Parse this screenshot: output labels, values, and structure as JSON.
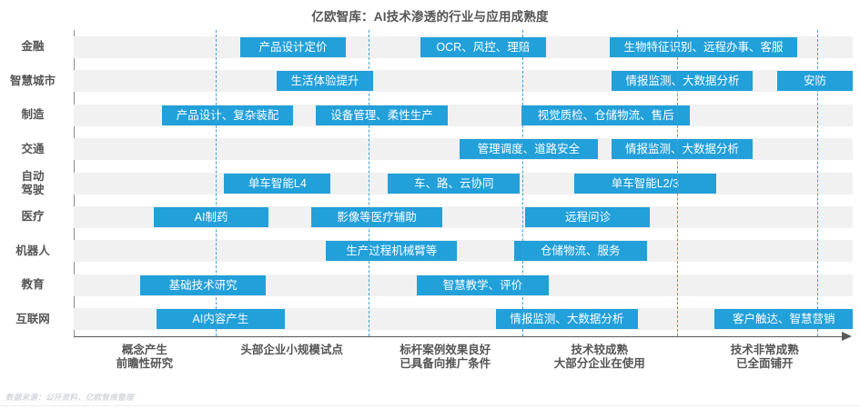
{
  "title": "亿欧智库：AI技术渗透的行业与应用成熟度",
  "footnote": "数据来源：公开资料、亿欧智库整理",
  "colors": {
    "bar": "#22a0da",
    "band": "#f1f1f1",
    "divider": "#3f9fd4",
    "axis": "#5a5a5a",
    "title": "#555555",
    "footnote": "#d3d7dc"
  },
  "chart_data": {
    "type": "bar",
    "title": "亿欧智库：AI技术渗透的行业与应用成熟度",
    "xlabel": "",
    "ylabel": "",
    "grid": false,
    "legend": "none",
    "x_stage_axis": [
      "概念产生\n前瞻性研究",
      "头部企业小规模试点",
      "标杆案例效果良好\n已具备向推广条件",
      "技术较成熟\n大部分企业在使用",
      "技术非常成熟\n已全面铺开"
    ],
    "categories": [
      "金融",
      "智慧城市",
      "制造",
      "交通",
      "自动驾驶",
      "医疗",
      "机器人",
      "教育",
      "互联网"
    ],
    "rows": [
      {
        "category": "金融",
        "label_lines": [
          "金融"
        ],
        "items": [
          {
            "label": "产品设计定价",
            "start": 0.214,
            "end": 0.349
          },
          {
            "label": "OCR、风控、理赔",
            "start": 0.445,
            "end": 0.606
          },
          {
            "label": "生物特征识别、远程办事、客服",
            "start": 0.688,
            "end": 0.929
          }
        ]
      },
      {
        "category": "智慧城市",
        "label_lines": [
          "智慧城市"
        ],
        "items": [
          {
            "label": "生活体验提升",
            "start": 0.261,
            "end": 0.384
          },
          {
            "label": "情报监测、大数据分析",
            "start": 0.691,
            "end": 0.872
          },
          {
            "label": "安防",
            "start": 0.903,
            "end": 1.0
          }
        ]
      },
      {
        "category": "制造",
        "label_lines": [
          "制造"
        ],
        "items": [
          {
            "label": "产品设计、复杂装配",
            "start": 0.113,
            "end": 0.282
          },
          {
            "label": "设备管理、柔性生产",
            "start": 0.311,
            "end": 0.48
          },
          {
            "label": "视觉质检、仓储物流、售后",
            "start": 0.575,
            "end": 0.791
          }
        ]
      },
      {
        "category": "交通",
        "label_lines": [
          "交通"
        ],
        "items": [
          {
            "label": "管理调度、道路安全",
            "start": 0.495,
            "end": 0.673
          },
          {
            "label": "情报监测、大数据分析",
            "start": 0.69,
            "end": 0.872
          }
        ]
      },
      {
        "category": "自动驾驶",
        "label_lines": [
          "自动",
          "驾驶"
        ],
        "items": [
          {
            "label": "单车智能L4",
            "start": 0.193,
            "end": 0.33
          },
          {
            "label": "车、路、云协同",
            "start": 0.403,
            "end": 0.573
          },
          {
            "label": "单车智能L2/3",
            "start": 0.642,
            "end": 0.825
          }
        ]
      },
      {
        "category": "医疗",
        "label_lines": [
          "医疗"
        ],
        "items": [
          {
            "label": "AI制药",
            "start": 0.103,
            "end": 0.25
          },
          {
            "label": "影像等医疗辅助",
            "start": 0.305,
            "end": 0.473
          },
          {
            "label": "远程问诊",
            "start": 0.58,
            "end": 0.74
          }
        ]
      },
      {
        "category": "机器人",
        "label_lines": [
          "机器人"
        ],
        "items": [
          {
            "label": "生产过程机械臂等",
            "start": 0.324,
            "end": 0.492
          },
          {
            "label": "仓储物流、服务",
            "start": 0.565,
            "end": 0.736
          }
        ]
      },
      {
        "category": "教育",
        "label_lines": [
          "教育"
        ],
        "items": [
          {
            "label": "基础技术研究",
            "start": 0.085,
            "end": 0.247
          },
          {
            "label": "智慧教学、评价",
            "start": 0.44,
            "end": 0.61
          }
        ]
      },
      {
        "category": "互联网",
        "label_lines": [
          "互联网"
        ],
        "items": [
          {
            "label": "AI内容产生",
            "start": 0.106,
            "end": 0.271
          },
          {
            "label": "情报监测、大数据分析",
            "start": 0.542,
            "end": 0.724
          },
          {
            "label": "客户触达、智慧营销",
            "start": 0.823,
            "end": 1.0
          }
        ]
      }
    ],
    "dividers": [
      0.182,
      0.378,
      0.576,
      0.774,
      0.955
    ]
  }
}
